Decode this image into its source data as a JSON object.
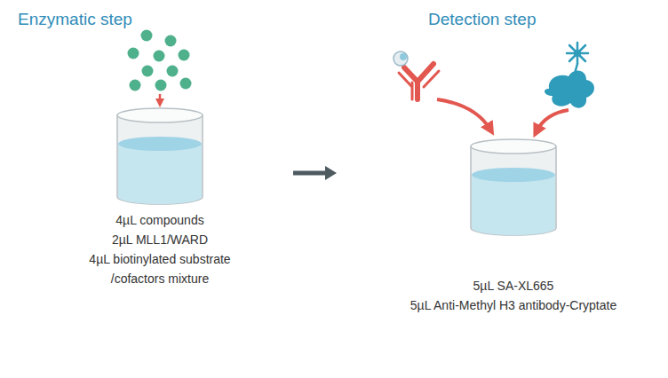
{
  "diagram": {
    "nodes": [
      {
        "text": [
          "Enzymatic step",
          "4µL compounds",
          "2µL MLL1/WARD",
          "4µL biotinylated substrate /cofactors mixture"
        ]
      },
      {
        "text": [
          "Detection step",
          "5µL SA-XL665",
          "5µL Anti-Methyl H3 antibody-Cryptate"
        ]
      }
    ],
    "edges": [
      {
        "from": 0,
        "to": 1,
        "arrow": "to"
      }
    ]
  }
}
